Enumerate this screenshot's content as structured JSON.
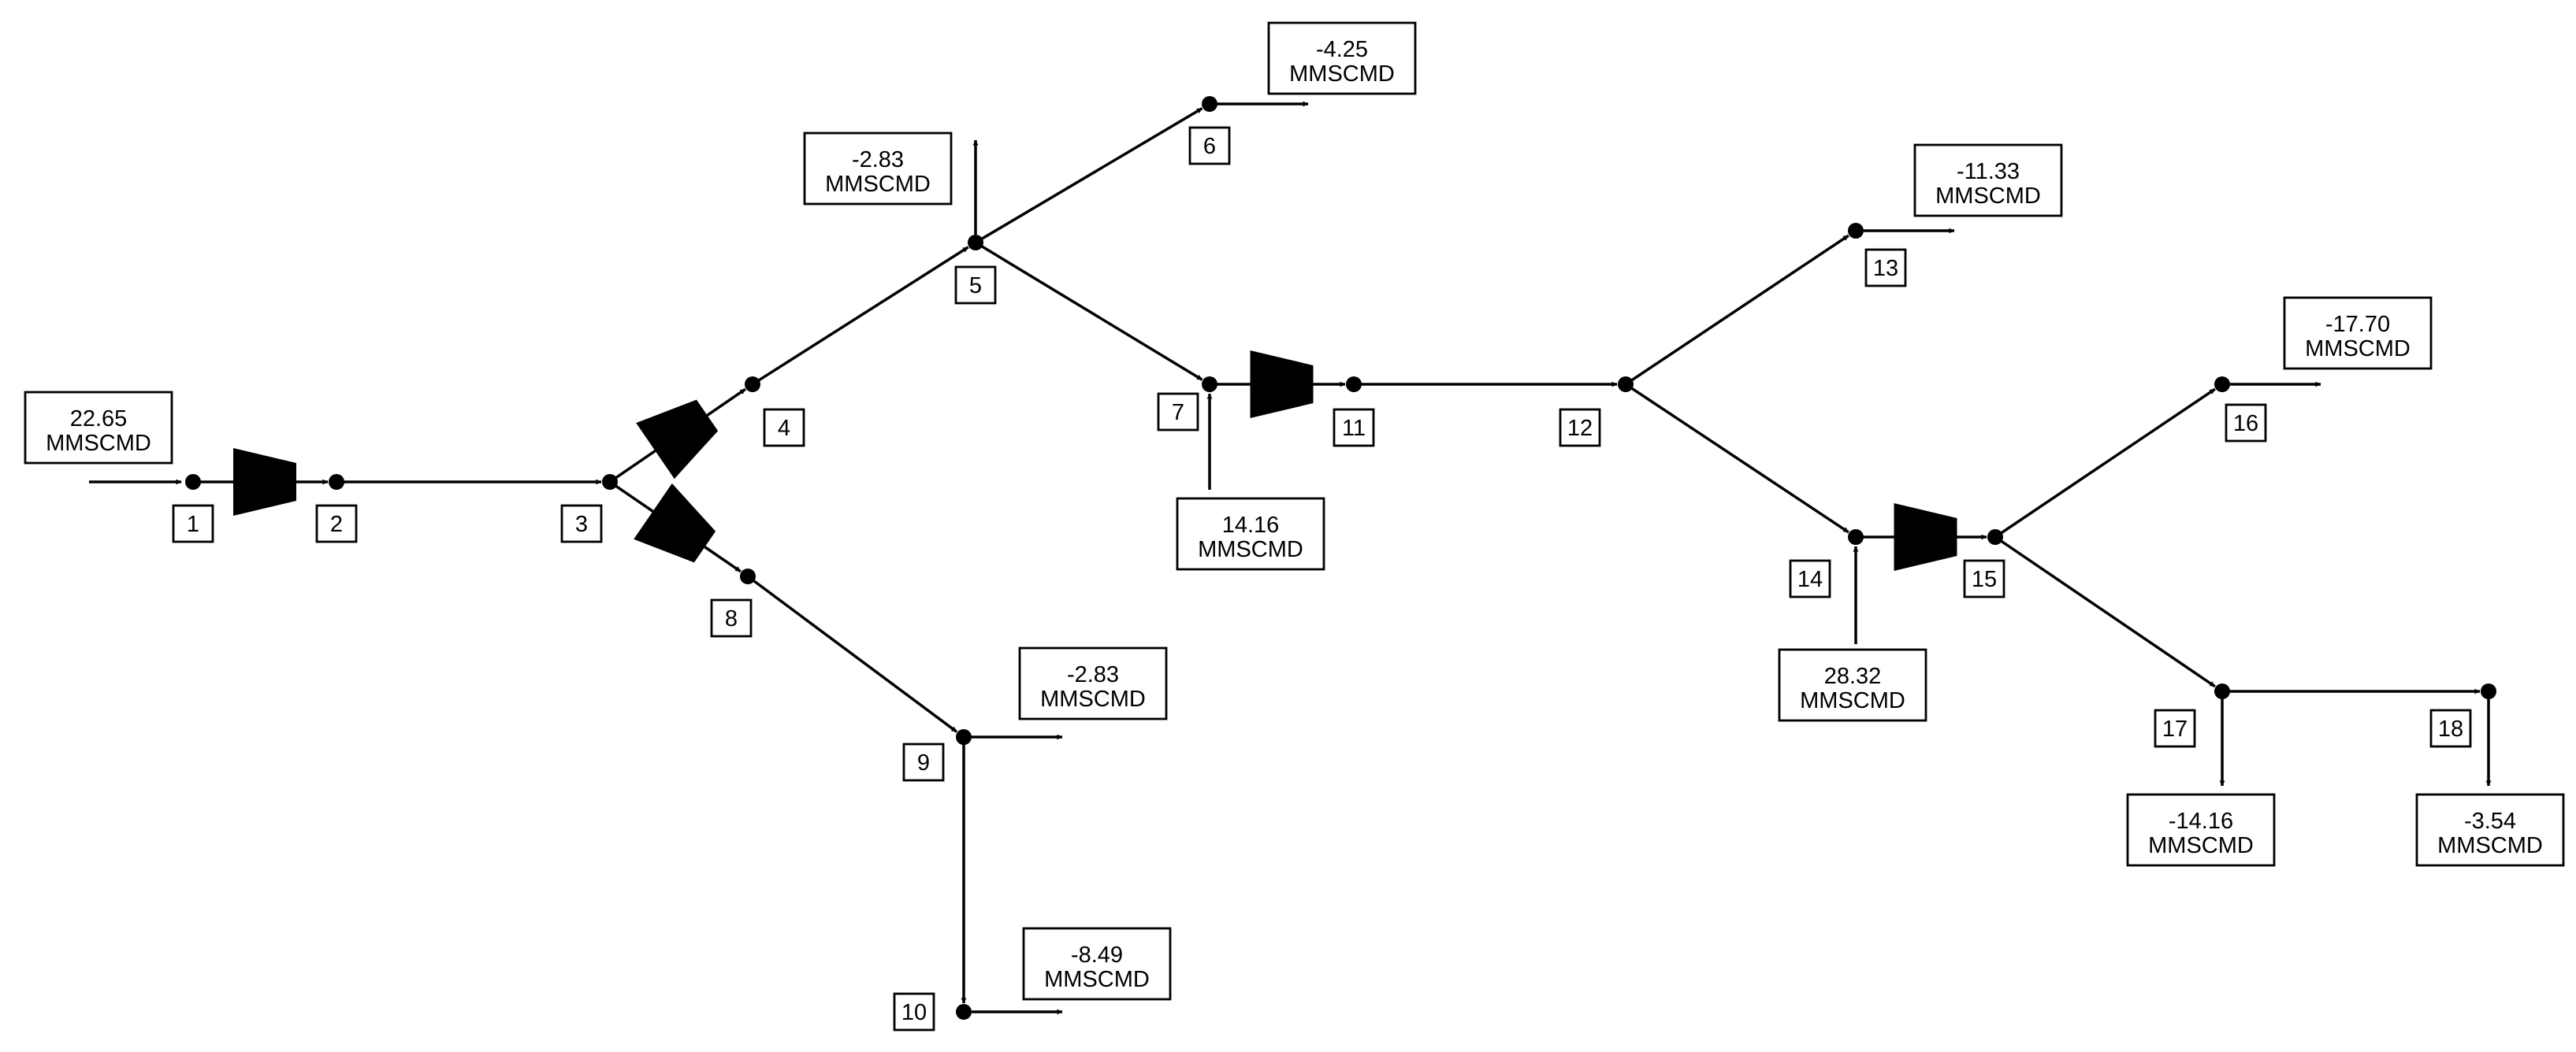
{
  "nodes": [
    {
      "id": "1",
      "label": "1"
    },
    {
      "id": "2",
      "label": "2"
    },
    {
      "id": "3",
      "label": "3"
    },
    {
      "id": "4",
      "label": "4"
    },
    {
      "id": "5",
      "label": "5"
    },
    {
      "id": "6",
      "label": "6"
    },
    {
      "id": "7",
      "label": "7"
    },
    {
      "id": "8",
      "label": "8"
    },
    {
      "id": "9",
      "label": "9"
    },
    {
      "id": "10",
      "label": "10"
    },
    {
      "id": "11",
      "label": "11"
    },
    {
      "id": "12",
      "label": "12"
    },
    {
      "id": "13",
      "label": "13"
    },
    {
      "id": "14",
      "label": "14"
    },
    {
      "id": "15",
      "label": "15"
    },
    {
      "id": "16",
      "label": "16"
    },
    {
      "id": "17",
      "label": "17"
    },
    {
      "id": "18",
      "label": "18"
    }
  ],
  "flows": [
    {
      "node": "1",
      "value": "22.65",
      "unit": "MMSCMD",
      "direction": "supply"
    },
    {
      "node": "5",
      "value": "-2.83",
      "unit": "MMSCMD",
      "direction": "demand"
    },
    {
      "node": "6",
      "value": "-4.25",
      "unit": "MMSCMD",
      "direction": "demand"
    },
    {
      "node": "7",
      "value": "14.16",
      "unit": "MMSCMD",
      "direction": "supply"
    },
    {
      "node": "9",
      "value": "-2.83",
      "unit": "MMSCMD",
      "direction": "demand"
    },
    {
      "node": "10",
      "value": "-8.49",
      "unit": "MMSCMD",
      "direction": "demand"
    },
    {
      "node": "13",
      "value": "-11.33",
      "unit": "MMSCMD",
      "direction": "demand"
    },
    {
      "node": "14",
      "value": "28.32",
      "unit": "MMSCMD",
      "direction": "supply"
    },
    {
      "node": "16",
      "value": "-17.70",
      "unit": "MMSCMD",
      "direction": "demand"
    },
    {
      "node": "17",
      "value": "-14.16",
      "unit": "MMSCMD",
      "direction": "demand"
    },
    {
      "node": "18",
      "value": "-3.54",
      "unit": "MMSCMD",
      "direction": "demand"
    }
  ],
  "pipes": [
    {
      "from": "2",
      "to": "3"
    },
    {
      "from": "4",
      "to": "5"
    },
    {
      "from": "5",
      "to": "6"
    },
    {
      "from": "5",
      "to": "7"
    },
    {
      "from": "8",
      "to": "9"
    },
    {
      "from": "9",
      "to": "10"
    },
    {
      "from": "11",
      "to": "12"
    },
    {
      "from": "12",
      "to": "13"
    },
    {
      "from": "12",
      "to": "14"
    },
    {
      "from": "15",
      "to": "16"
    },
    {
      "from": "15",
      "to": "17"
    },
    {
      "from": "17",
      "to": "18"
    }
  ],
  "compressors": [
    {
      "from": "1",
      "to": "2"
    },
    {
      "from": "3",
      "to": "4"
    },
    {
      "from": "3",
      "to": "8"
    },
    {
      "from": "7",
      "to": "11"
    },
    {
      "from": "14",
      "to": "15"
    }
  ]
}
